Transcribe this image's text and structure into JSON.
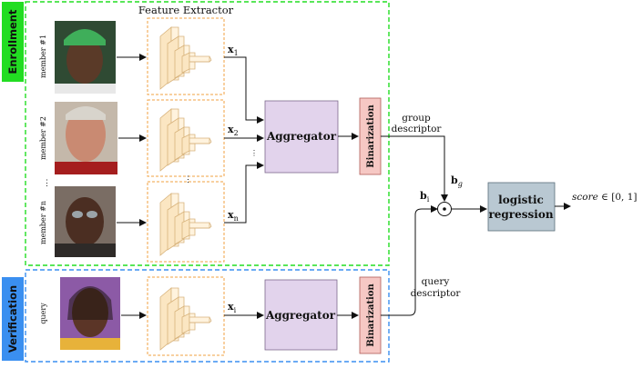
{
  "diagram": {
    "enrollment_label": "Enrollment",
    "verification_label": "Verification",
    "feature_extractor_title": "Feature Extractor",
    "members": [
      {
        "label": "member #1",
        "feature": "x",
        "sub": "1"
      },
      {
        "label": "member #2",
        "feature": "x",
        "sub": "2"
      },
      {
        "label": "member #n",
        "feature": "x",
        "sub": "n"
      }
    ],
    "ellipsis": "⋮",
    "query_label": "query",
    "query_feature": {
      "base": "x",
      "sub": "i"
    },
    "aggregator_label": "Aggregator",
    "binarization_label": "Binarization",
    "group_descriptor": [
      "group",
      "descriptor"
    ],
    "query_descriptor": [
      "query",
      "descriptor"
    ],
    "bg": {
      "base": "b",
      "sub": "g"
    },
    "bi": {
      "base": "b",
      "sub": "i"
    },
    "odot": "⊙",
    "logistic": [
      "logistic",
      "regression"
    ],
    "score": {
      "var": "score",
      "rest": " ∈ [0, 1]"
    },
    "colors": {
      "enroll_border": "#22dd22",
      "verify_border": "#3a8ff0",
      "enroll_tag": "#22dd22",
      "verify_tag": "#3a8ff0",
      "fe_border": "#f0a040",
      "aggregator": "#e2d3ec",
      "binarization": "#f6c8c4",
      "logistic": "#b9c8d2"
    }
  }
}
